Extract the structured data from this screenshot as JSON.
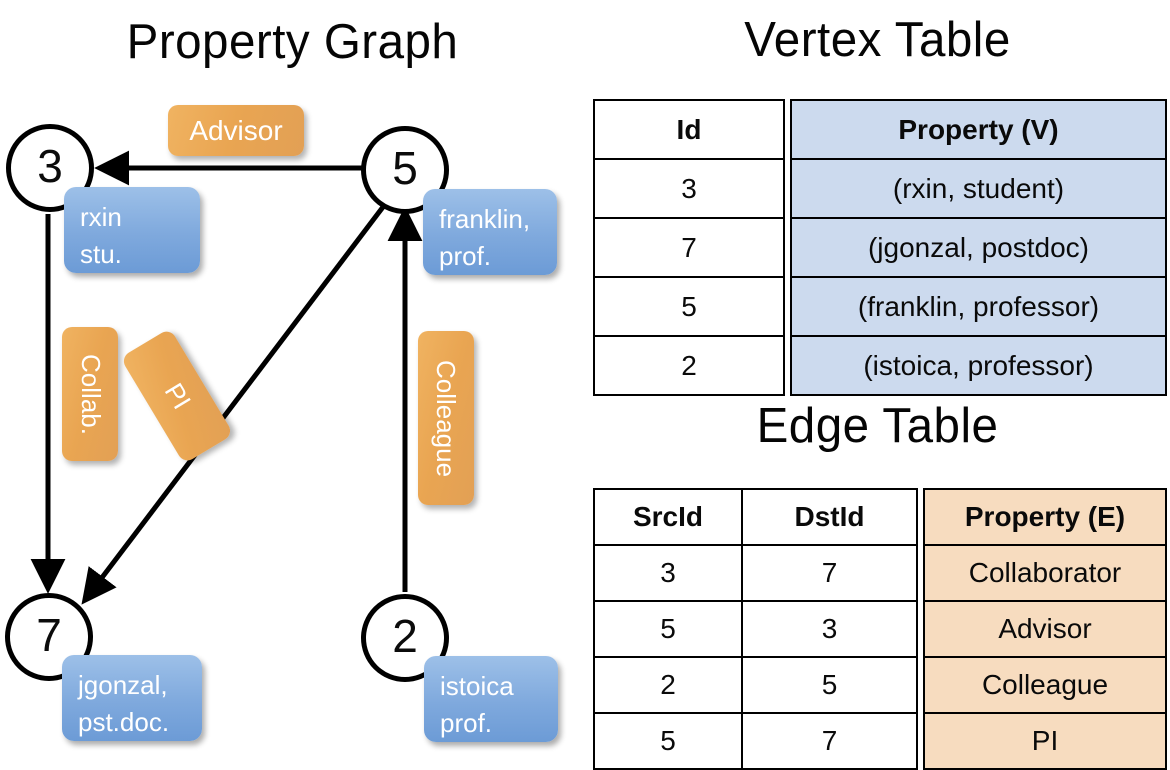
{
  "titles": {
    "property_graph": "Property Graph",
    "vertex_table": "Vertex Table",
    "edge_table": "Edge Table"
  },
  "graph": {
    "vertices": [
      {
        "id": "3",
        "property_label": "rxin\nstu."
      },
      {
        "id": "5",
        "property_label": "franklin,\nprof."
      },
      {
        "id": "7",
        "property_label": "jgonzal,\npst.doc."
      },
      {
        "id": "2",
        "property_label": "istoica\nprof."
      }
    ],
    "vertex_labels": {
      "v3_line1": "rxin",
      "v3_line2": "stu.",
      "v5_line1": "franklin,",
      "v5_line2": "prof.",
      "v7_line1": "jgonzal,",
      "v7_line2": "pst.doc.",
      "v2_line1": "istoica",
      "v2_line2": "prof."
    },
    "edge_labels": {
      "advisor": "Advisor",
      "collab": "Collab.",
      "pi": "PI",
      "colleague": "Colleague"
    },
    "edges": [
      {
        "src": "5",
        "dst": "3",
        "label": "Advisor"
      },
      {
        "src": "3",
        "dst": "7",
        "label": "Collab."
      },
      {
        "src": "5",
        "dst": "7",
        "label": "PI"
      },
      {
        "src": "2",
        "dst": "5",
        "label": "Colleague"
      }
    ]
  },
  "vertex_table": {
    "headers": [
      "Id",
      "Property (V)"
    ],
    "rows": [
      {
        "id": "3",
        "property": "(rxin, student)"
      },
      {
        "id": "7",
        "property": "(jgonzal, postdoc)"
      },
      {
        "id": "5",
        "property": "(franklin, professor)"
      },
      {
        "id": "2",
        "property": "(istoica, professor)"
      }
    ]
  },
  "edge_table": {
    "headers": [
      "SrcId",
      "DstId",
      "Property (E)"
    ],
    "rows": [
      {
        "src": "3",
        "dst": "7",
        "property": "Collaborator"
      },
      {
        "src": "5",
        "dst": "3",
        "property": "Advisor"
      },
      {
        "src": "2",
        "dst": "5",
        "property": "Colleague"
      },
      {
        "src": "5",
        "dst": "7",
        "property": "PI"
      }
    ]
  },
  "colors": {
    "vertex_property_fill": "#7fa9dd",
    "edge_label_fill": "#e9a552",
    "vertex_table_highlight": "#ccdaee",
    "edge_table_highlight": "#f7dcbf",
    "stroke": "#000000"
  }
}
